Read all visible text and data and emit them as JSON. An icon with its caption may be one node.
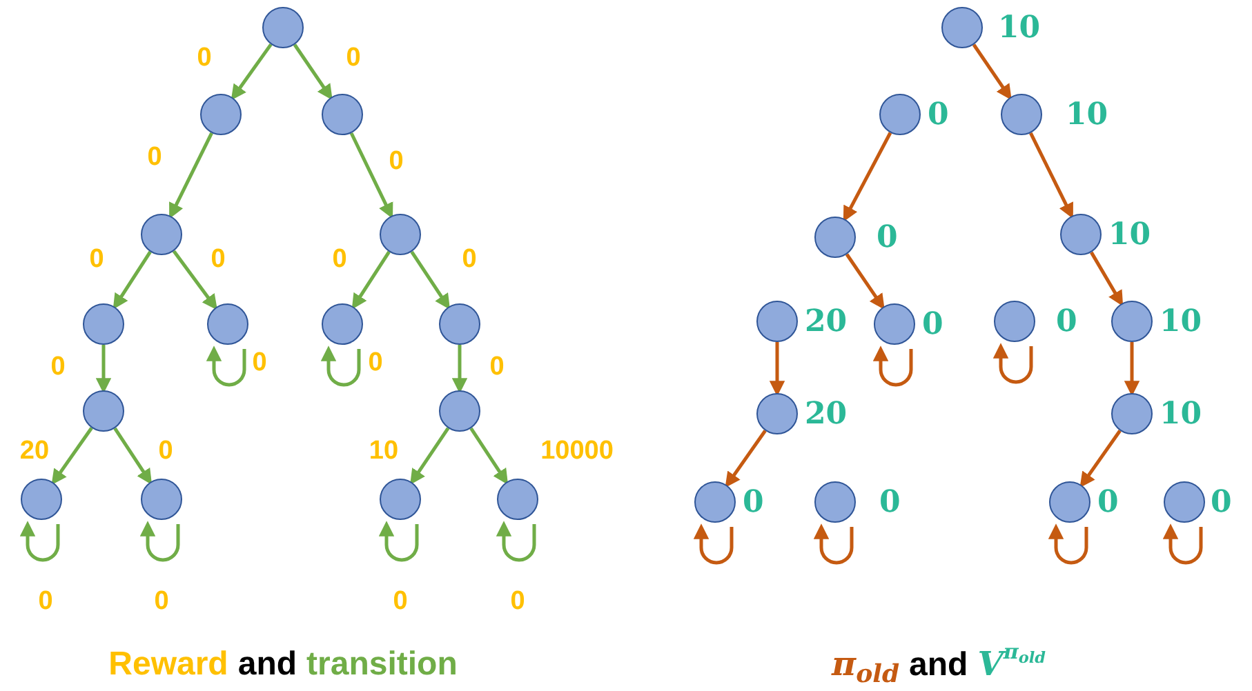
{
  "diagram": {
    "nodes": [
      {
        "text": [],
        "shape": "circle"
      },
      {
        "text": [],
        "shape": "circle"
      },
      {
        "text": [],
        "shape": "circle"
      },
      {
        "text": [],
        "shape": "circle"
      },
      {
        "text": [],
        "shape": "circle"
      },
      {
        "text": [],
        "shape": "circle"
      },
      {
        "text": [],
        "shape": "circle"
      },
      {
        "text": [],
        "shape": "circle"
      },
      {
        "text": [],
        "shape": "circle"
      },
      {
        "text": [],
        "shape": "circle"
      },
      {
        "text": [],
        "shape": "circle"
      },
      {
        "text": [],
        "shape": "circle"
      },
      {
        "text": [],
        "shape": "circle"
      },
      {
        "text": [],
        "shape": "circle"
      },
      {
        "text": [],
        "shape": "circle"
      },
      {
        "text": [],
        "shape": "circle",
        "beside": [
          "10"
        ]
      },
      {
        "text": [],
        "shape": "circle",
        "beside": [
          "0"
        ]
      },
      {
        "text": [],
        "shape": "circle",
        "beside": [
          "10"
        ]
      },
      {
        "text": [],
        "shape": "circle",
        "beside": [
          "0"
        ]
      },
      {
        "text": [],
        "shape": "circle",
        "beside": [
          "10"
        ]
      },
      {
        "text": [],
        "shape": "circle",
        "beside": [
          "20"
        ]
      },
      {
        "text": [],
        "shape": "circle",
        "beside": [
          "0"
        ]
      },
      {
        "text": [],
        "shape": "circle",
        "beside": [
          "0"
        ]
      },
      {
        "text": [],
        "shape": "circle",
        "beside": [
          "10"
        ]
      },
      {
        "text": [],
        "shape": "circle",
        "beside": [
          "20"
        ]
      },
      {
        "text": [],
        "shape": "circle",
        "beside": [
          "10"
        ]
      },
      {
        "text": [],
        "shape": "circle",
        "beside": [
          "0"
        ]
      },
      {
        "text": [],
        "shape": "circle",
        "beside": [
          "0"
        ]
      },
      {
        "text": [],
        "shape": "circle",
        "beside": [
          "0"
        ]
      },
      {
        "text": [],
        "shape": "circle",
        "beside": [
          "0"
        ]
      }
    ],
    "edges": [
      {
        "from": 0,
        "to": 1,
        "arrow": "to",
        "label": "0"
      },
      {
        "from": 0,
        "to": 2,
        "arrow": "to",
        "label": "0"
      },
      {
        "from": 1,
        "to": 3,
        "arrow": "to",
        "label": "0"
      },
      {
        "from": 2,
        "to": 4,
        "arrow": "to",
        "label": "0"
      },
      {
        "from": 3,
        "to": 5,
        "arrow": "to",
        "label": "0"
      },
      {
        "from": 3,
        "to": 6,
        "arrow": "to",
        "label": "0"
      },
      {
        "from": 4,
        "to": 7,
        "arrow": "to",
        "label": "0"
      },
      {
        "from": 4,
        "to": 8,
        "arrow": "to",
        "label": "0"
      },
      {
        "from": 5,
        "to": 9,
        "arrow": "to",
        "label": "0"
      },
      {
        "from": 8,
        "to": 10,
        "arrow": "to",
        "label": "0"
      },
      {
        "from": 9,
        "to": 11,
        "arrow": "to",
        "label": "20"
      },
      {
        "from": 9,
        "to": 12,
        "arrow": "to",
        "label": "0"
      },
      {
        "from": 10,
        "to": 13,
        "arrow": "to",
        "label": "10"
      },
      {
        "from": 10,
        "to": 14,
        "arrow": "to",
        "label": "10000"
      },
      {
        "from": 6,
        "to": 6,
        "arrow": "to",
        "label": "0"
      },
      {
        "from": 7,
        "to": 7,
        "arrow": "to",
        "label": "0"
      },
      {
        "from": 11,
        "to": 11,
        "arrow": "to",
        "label": "0"
      },
      {
        "from": 12,
        "to": 12,
        "arrow": "to",
        "label": "0"
      },
      {
        "from": 13,
        "to": 13,
        "arrow": "to",
        "label": "0"
      },
      {
        "from": 14,
        "to": 14,
        "arrow": "to",
        "label": "0"
      },
      {
        "from": 15,
        "to": 17,
        "arrow": "to",
        "color": "#c55a11"
      },
      {
        "from": 16,
        "to": 18,
        "arrow": "to",
        "color": "#c55a11"
      },
      {
        "from": 17,
        "to": 19,
        "arrow": "to",
        "color": "#c55a11"
      },
      {
        "from": 18,
        "to": 21,
        "arrow": "to",
        "color": "#c55a11"
      },
      {
        "from": 19,
        "to": 23,
        "arrow": "to",
        "color": "#c55a11"
      },
      {
        "from": 20,
        "to": 24,
        "arrow": "to",
        "color": "#c55a11"
      },
      {
        "from": 23,
        "to": 25,
        "arrow": "to",
        "color": "#c55a11"
      },
      {
        "from": 24,
        "to": 26,
        "arrow": "to",
        "color": "#c55a11"
      },
      {
        "from": 25,
        "to": 28,
        "arrow": "to",
        "color": "#c55a11"
      },
      {
        "from": 21,
        "to": 21,
        "arrow": "to",
        "color": "#c55a11"
      },
      {
        "from": 22,
        "to": 22,
        "arrow": "to",
        "color": "#c55a11"
      },
      {
        "from": 26,
        "to": 26,
        "arrow": "to",
        "color": "#c55a11"
      },
      {
        "from": 27,
        "to": 27,
        "arrow": "to",
        "color": "#c55a11"
      },
      {
        "from": 28,
        "to": 28,
        "arrow": "to",
        "color": "#c55a11"
      },
      {
        "from": 29,
        "to": 29,
        "arrow": "to",
        "color": "#c55a11"
      }
    ],
    "labels": [
      "Reward",
      "and",
      "transition",
      "π$_{old}$",
      "and",
      "V",
      "π$_{old}$"
    ]
  }
}
